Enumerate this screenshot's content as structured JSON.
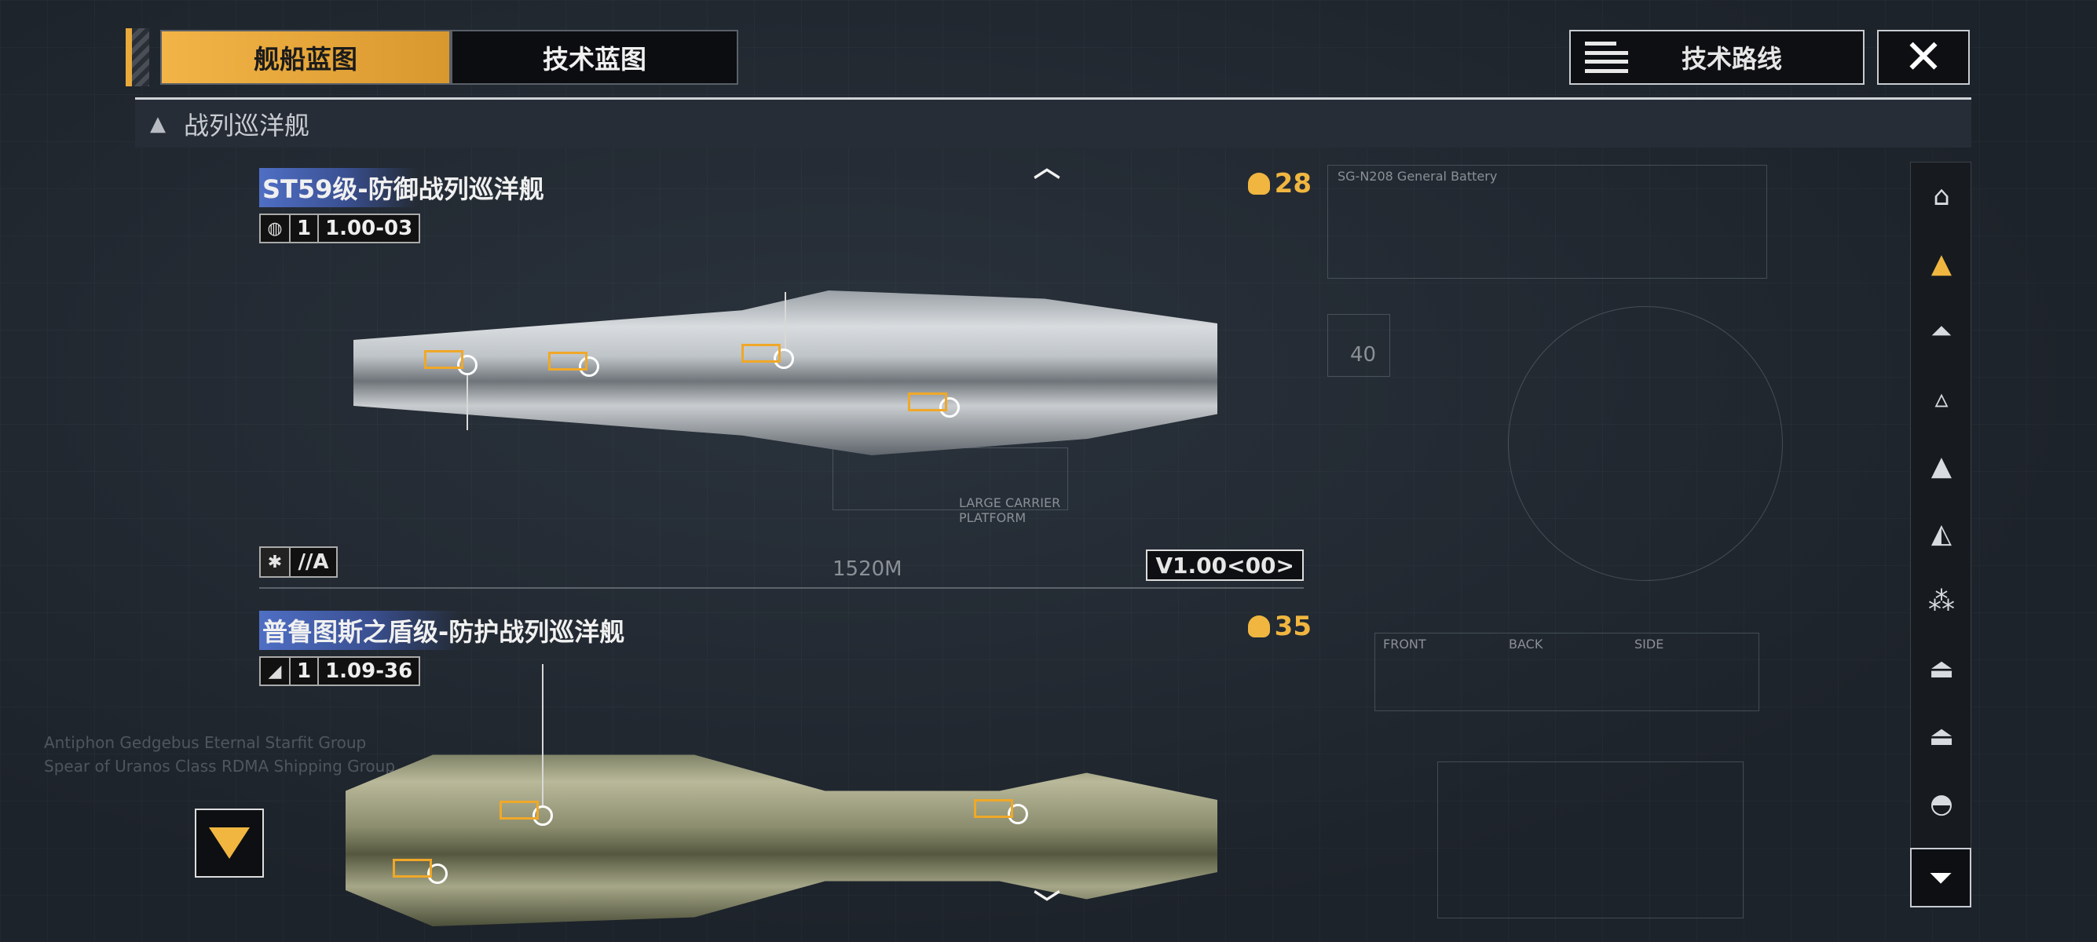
{
  "tabs": {
    "ship_blueprint": "舰船蓝图",
    "tech_blueprint": "技术蓝图"
  },
  "tech_route_label": "技术路线",
  "close_symbol": "✕",
  "category_label": "战列巡洋舰",
  "ships": [
    {
      "name": "ST59级-防御战列巡洋舰",
      "version_prefix": "1",
      "version": "1.00-03",
      "cost": "28",
      "badge": "//A",
      "build_version": "V1.00<00>",
      "length_label": "1520M"
    },
    {
      "name": "普鲁图斯之盾级-防护战列巡洋舰",
      "version_prefix": "1",
      "version": "1.09-36",
      "cost": "35"
    }
  ],
  "decor": {
    "line1": "Antiphon Gedgebus Eternal Starfit Group",
    "line2": "Spear of Uranos Class RDMA Shipping Group",
    "bp_label": "SG-N208 General Battery",
    "bp_40": "40",
    "front": "FRONT",
    "back": "BACK",
    "side": "SIDE",
    "hull_label": "LARGE CARRIER PLATFORM"
  },
  "colors": {
    "accent": "#f0b640",
    "name_highlight": "#4f6fc5",
    "background": "#1f252d"
  },
  "icons": {
    "filter_icons": [
      "station-icon",
      "battlecruiser-icon",
      "frigate-icon",
      "destroyer-icon",
      "cruiser-icon",
      "carrier-icon",
      "auxiliary-icon",
      "dock-icon",
      "hangar-icon",
      "dome-icon"
    ]
  }
}
